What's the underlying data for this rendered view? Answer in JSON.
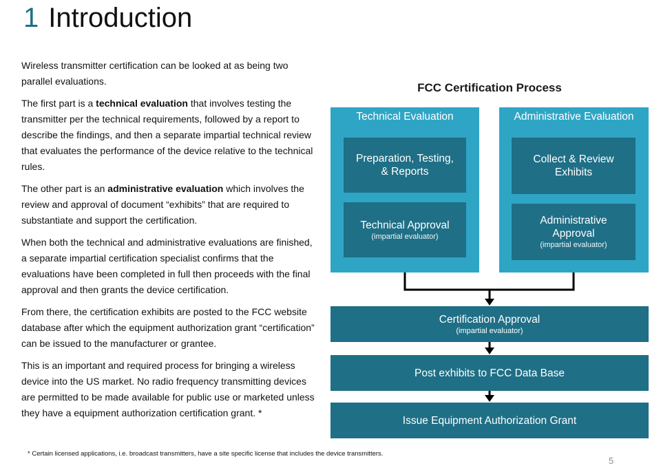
{
  "heading": {
    "number": "1",
    "title": "Introduction"
  },
  "paragraphs": {
    "p1": "Wireless transmitter certification can be looked at as being two parallel evaluations.",
    "p2_before": "The first part is a ",
    "p2_bold": "technical evaluation",
    "p2_after": " that involves testing the transmitter per the technical requirements, followed by a report to describe the findings,  and then a separate impartial technical review that evaluates the performance of the device relative to the technical rules.",
    "p3_before": "The other part is an ",
    "p3_bold": "administrative evaluation",
    "p3_after": " which involves the review and approval of document “exhibits” that are required to substantiate and  support the certification.",
    "p4": "When both the technical and administrative evaluations are finished, a separate impartial certification specialist confirms that the evaluations have been completed in full then proceeds with the final approval and then grants the device certification.",
    "p5": "From there, the certification exhibits are posted to the FCC website database after which the equipment authorization grant “certification” can be issued to the manufacturer or grantee.",
    "p6": "This is an important and required process for bringing a wireless device into the US market.  No radio frequency transmitting devices are permitted to be made available for public use or marketed unless they have a equipment authorization certification grant.  *"
  },
  "diagram": {
    "title": "FCC Certification Process",
    "technical": {
      "title": "Technical Evaluation",
      "box1_line1": "Preparation, Testing,",
      "box1_line2": "& Reports",
      "box2_main": "Technical Approval",
      "box2_sub": "(impartial evaluator)"
    },
    "administrative": {
      "title": "Administrative Evaluation",
      "box1_line1": "Collect & Review",
      "box1_line2": "Exhibits",
      "box2_line1": "Administrative",
      "box2_line2": "Approval",
      "box2_sub": "(impartial evaluator)"
    },
    "certification": {
      "main": "Certification Approval",
      "sub": "(impartial evaluator)"
    },
    "post": "Post exhibits to FCC Data Base",
    "grant": "Issue Equipment Authorization Grant",
    "colors": {
      "light": "#2fa5c5",
      "dark": "#1f6f86"
    }
  },
  "footnote": "* Certain licensed applications, i.e. broadcast transmitters, have a site specific license that includes the device transmitters.",
  "page_number": "5"
}
